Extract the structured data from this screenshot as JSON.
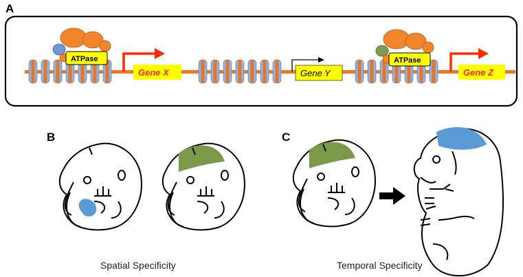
{
  "panels": {
    "a": {
      "letter": "A"
    },
    "b": {
      "letter": "B",
      "caption": "Spatial Specificity"
    },
    "c": {
      "letter": "C",
      "caption": "Temporal Specificity"
    }
  },
  "complex": {
    "label": "ATPase"
  },
  "genes": {
    "x": {
      "label": "Gene X",
      "color": "#ff2a00"
    },
    "y": {
      "label": "Gene Y",
      "color": "#000000"
    },
    "z": {
      "label": "Gene Z",
      "color": "#ff2a00"
    }
  },
  "colors": {
    "dna": "#f07820",
    "nucleosome_blue": "#8fb4e0",
    "nucleosome_orange": "#e8742a",
    "complex_orange": "#f2852c",
    "complex_blue": "#6e98d6",
    "complex_green": "#7e9a4e",
    "label_box": "#ffff00",
    "active_arrow": "#ff2a00",
    "inactive_arrow": "#000000",
    "region_blue": "#5b9bd5",
    "region_green": "#7a9a4a"
  },
  "icons": [
    "nucleosome-icon",
    "remodeling-complex-icon",
    "promoter-arrow-icon",
    "embryo-icon",
    "pup-icon",
    "transition-arrow-icon"
  ]
}
